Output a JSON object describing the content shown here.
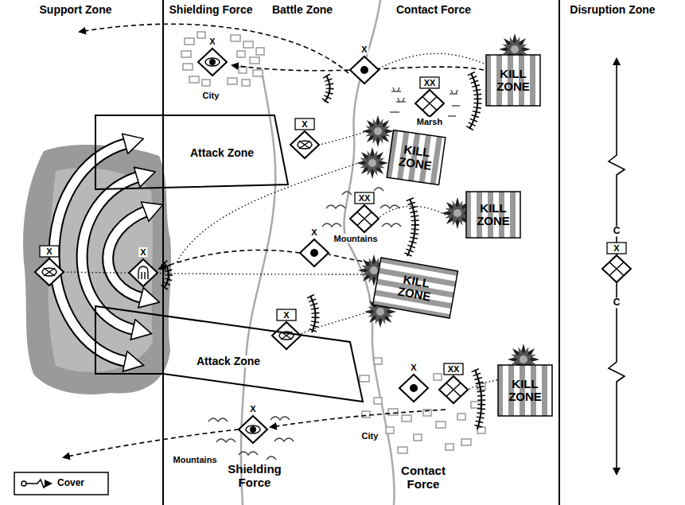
{
  "diagram": {
    "nodes": [
      {
        "text": [
          "KILL ZONE"
        ]
      },
      {
        "text": [
          "Attack Zone"
        ]
      },
      {
        "text": [
          "KILL ZONE"
        ]
      },
      {
        "text": [
          "KILL ZONE"
        ]
      },
      {
        "text": [
          "KILL ZONE"
        ]
      },
      {
        "text": [
          "Attack Zone"
        ]
      },
      {
        "text": [
          "KILL ZONE"
        ]
      }
    ],
    "labels": [
      "Support Zone",
      "Shielding Force",
      "Battle Zone",
      "Contact Force",
      "Disruption Zone",
      "City",
      "Marsh",
      "Mountains",
      "Mountains",
      "City",
      "Shielding Force",
      "Contact Force",
      "C",
      "C",
      "X",
      "X",
      "XX",
      "X",
      "XX",
      "X",
      "X",
      "X",
      "X",
      "X",
      "XX",
      "X",
      "X"
    ],
    "legend": [
      {
        "text": "Cover"
      }
    ]
  }
}
